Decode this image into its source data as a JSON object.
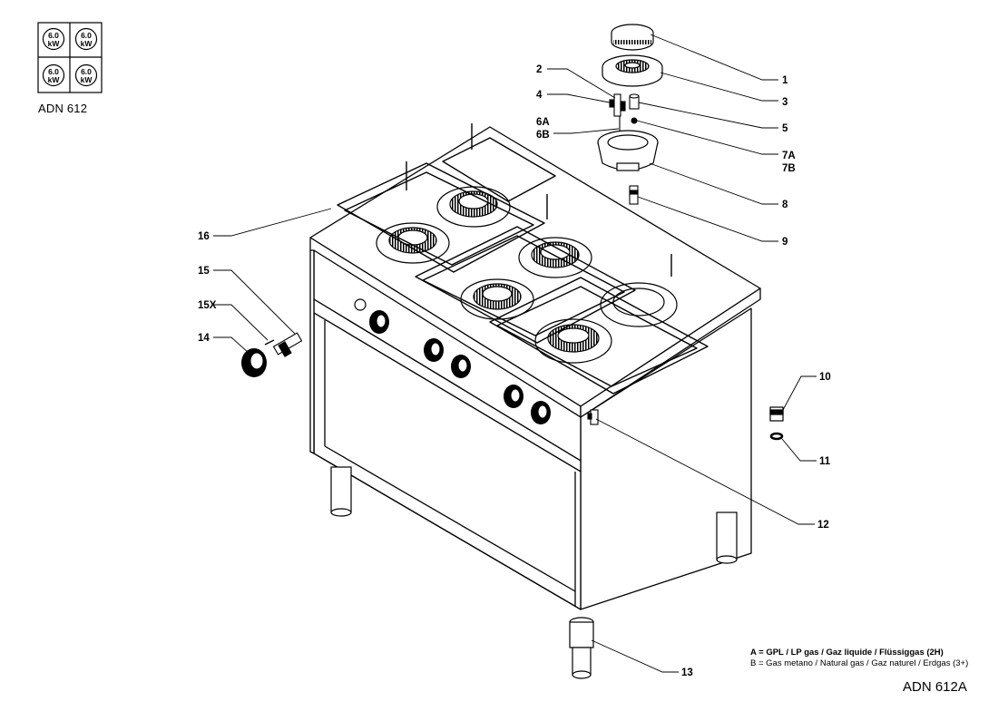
{
  "power_grid": {
    "cells": [
      {
        "value": "6.0",
        "unit": "kW"
      },
      {
        "value": "6.0",
        "unit": "kW"
      },
      {
        "value": "6.0",
        "unit": "kW"
      },
      {
        "value": "6.0",
        "unit": "kW"
      }
    ]
  },
  "model_top": "ADN 612",
  "model_bottom": "ADN 612A",
  "legend": {
    "line_a": "A = GPL / LP gas / Gaz liquide / Flüssiggas (2H)",
    "line_b": "B = Gas metano / Natural gas / Gaz naturel / Erdgas (3+)"
  },
  "parts": [
    "1",
    "2",
    "3",
    "4",
    "5",
    "6A",
    "6B",
    "7A",
    "7B",
    "8",
    "9",
    "10",
    "11",
    "12",
    "13",
    "14",
    "15",
    "15X",
    "16"
  ]
}
